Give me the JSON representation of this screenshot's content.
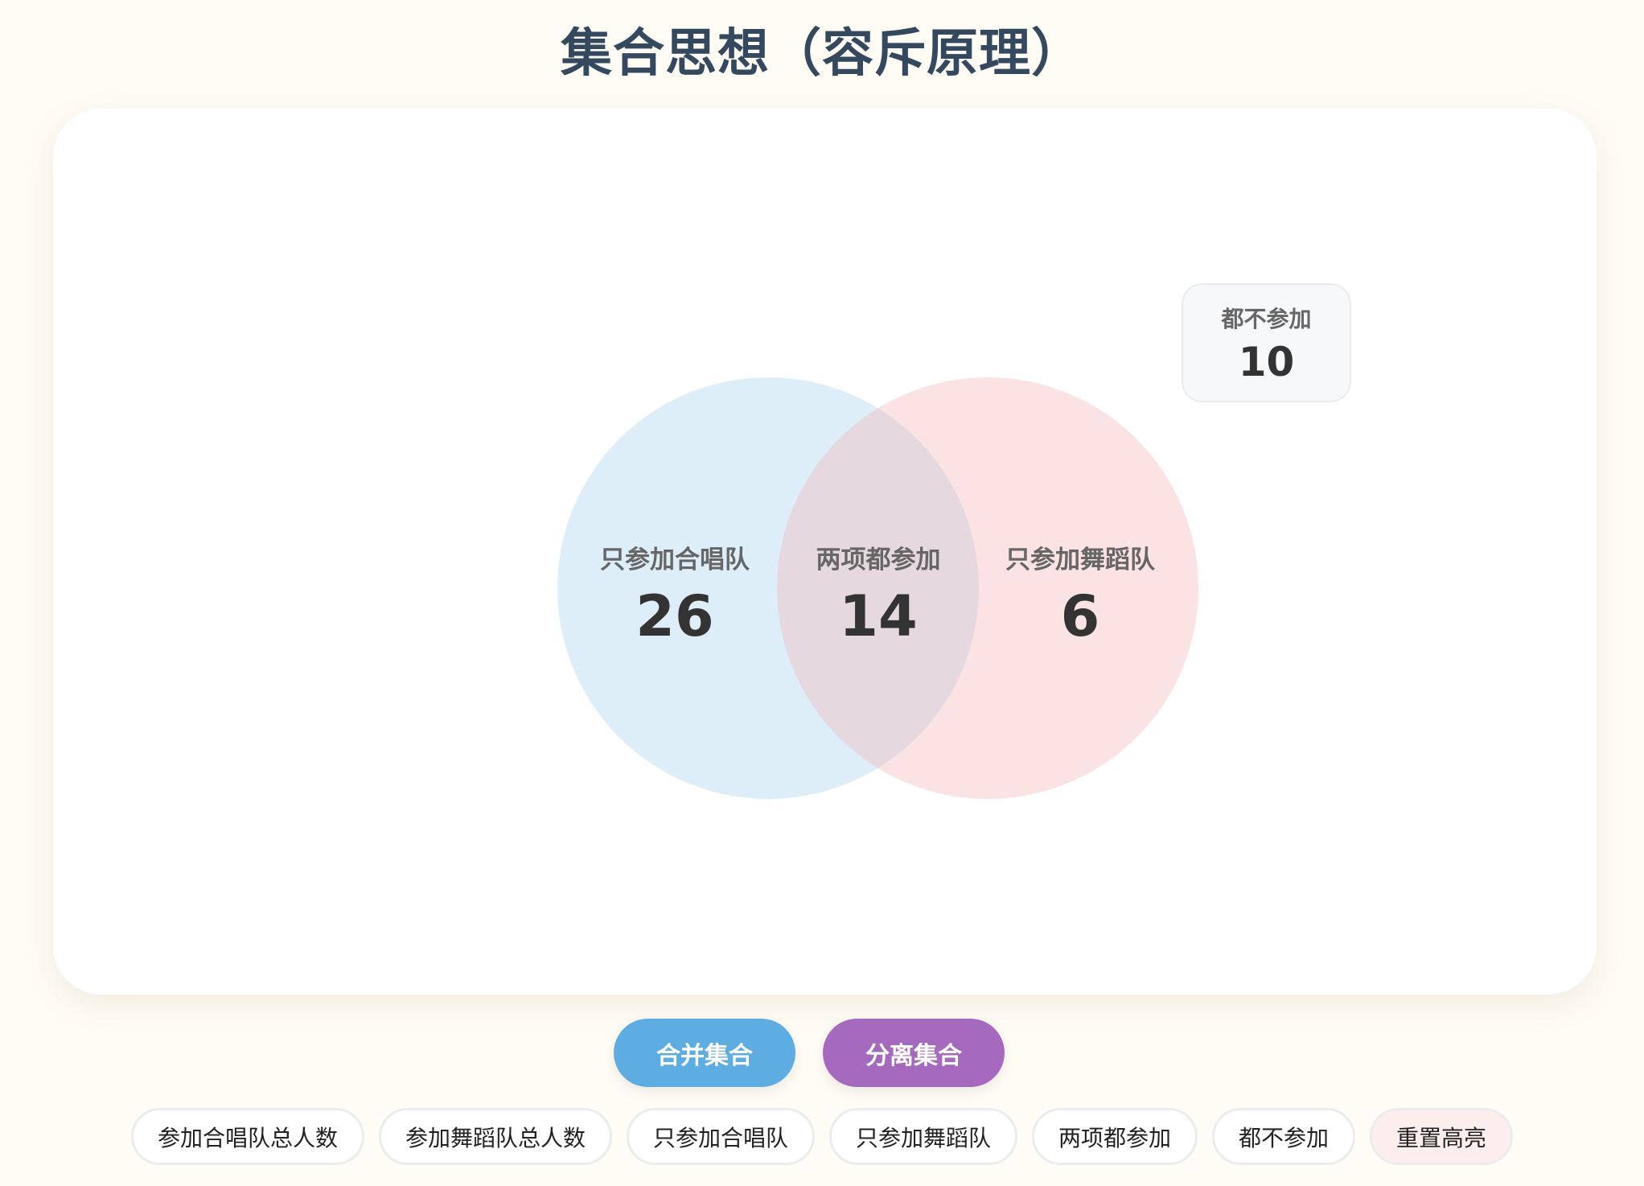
{
  "title": "集合思想（容斥原理）",
  "venn": {
    "set_a_color": "#aed6f1",
    "set_b_color": "#f5b7ba",
    "only_a": {
      "label": "只参加合唱队",
      "value": "26"
    },
    "both": {
      "label": "两项都参加",
      "value": "14"
    },
    "only_b": {
      "label": "只参加舞蹈队",
      "value": "6"
    },
    "neither": {
      "label": "都不参加",
      "value": "10"
    }
  },
  "actions": {
    "merge_label": "合并集合",
    "merge_color": "#5dade2",
    "split_label": "分离集合",
    "split_color": "#a569bd"
  },
  "highlight_buttons": [
    {
      "label": "参加合唱队总人数"
    },
    {
      "label": "参加舞蹈队总人数"
    },
    {
      "label": "只参加合唱队"
    },
    {
      "label": "只参加舞蹈队"
    },
    {
      "label": "两项都参加"
    },
    {
      "label": "都不参加"
    },
    {
      "label": "重置高亮"
    }
  ],
  "chart_data": {
    "type": "venn",
    "title": "集合思想（容斥原理）",
    "sets": [
      "合唱队",
      "舞蹈队"
    ],
    "regions": [
      {
        "name": "只参加合唱队",
        "value": 26
      },
      {
        "name": "两项都参加",
        "value": 14
      },
      {
        "name": "只参加舞蹈队",
        "value": 6
      },
      {
        "name": "都不参加",
        "value": 10
      }
    ]
  }
}
